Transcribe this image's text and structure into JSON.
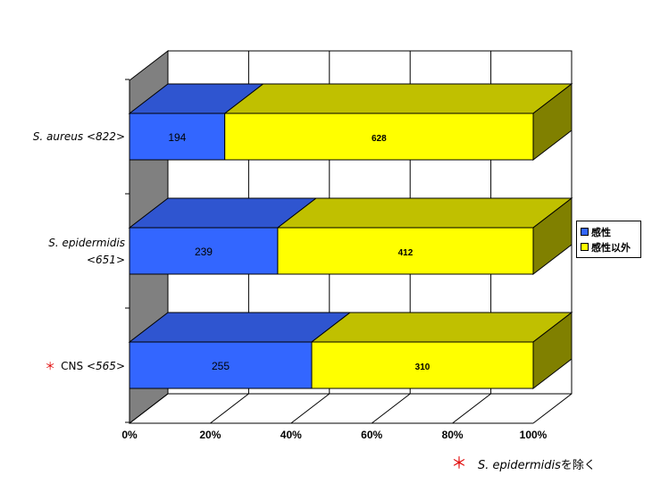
{
  "chart_data": {
    "type": "bar",
    "orientation": "horizontal",
    "stacked": "percent",
    "three_d": true,
    "categories": [
      {
        "star": "",
        "name": "S. aureus",
        "count": "<822>"
      },
      {
        "star": "",
        "name": "S. epidermidis",
        "count": "<651>"
      },
      {
        "star": "＊",
        "name": "CNS",
        "count": "<565>"
      }
    ],
    "series": [
      {
        "name": "感性",
        "values": [
          194,
          239,
          255
        ],
        "color": "#3366ff",
        "top_color": "#2f55d0"
      },
      {
        "name": "感性以外",
        "values": [
          628,
          412,
          310
        ],
        "color": "#ffff00",
        "top_color": "#c0c000"
      }
    ],
    "x_ticks": [
      "0%",
      "20%",
      "40%",
      "60%",
      "80%",
      "100%"
    ],
    "xlim": [
      0,
      100
    ],
    "grid": true,
    "legend_position": "right"
  },
  "footnote": {
    "star": "＊",
    "name": "S. epidermidis",
    "suffix": "を除く"
  }
}
